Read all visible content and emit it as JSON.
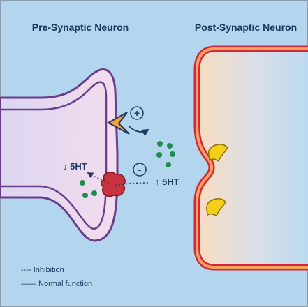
{
  "titles": {
    "pre": "Pre-Synaptic Neuron",
    "post": "Post-Synaptic Neuron"
  },
  "labels": {
    "plus": "+",
    "minus": "-",
    "down_5ht": "↓ 5HT",
    "up_5ht": "↑ 5HT"
  },
  "legend": {
    "inhibition": "---- Inhibition",
    "normal": "—— Normal function"
  },
  "colors": {
    "background": "#b3d6ee",
    "membrane_outer": "#6b3e8a",
    "membrane_fill": "#e6c6e3",
    "post_membrane_red": "#d4263a",
    "post_membrane_orange": "#f4a35c",
    "receptor_yellow": "#f3cf18",
    "transporter_red": "#c8333e",
    "serotonin_green": "#1f8e4a",
    "text": "#1f3a64"
  },
  "icons": {
    "receptor": "receptor-icon",
    "transporter": "transporter-icon",
    "serotonin": "serotonin-molecule-icon"
  }
}
